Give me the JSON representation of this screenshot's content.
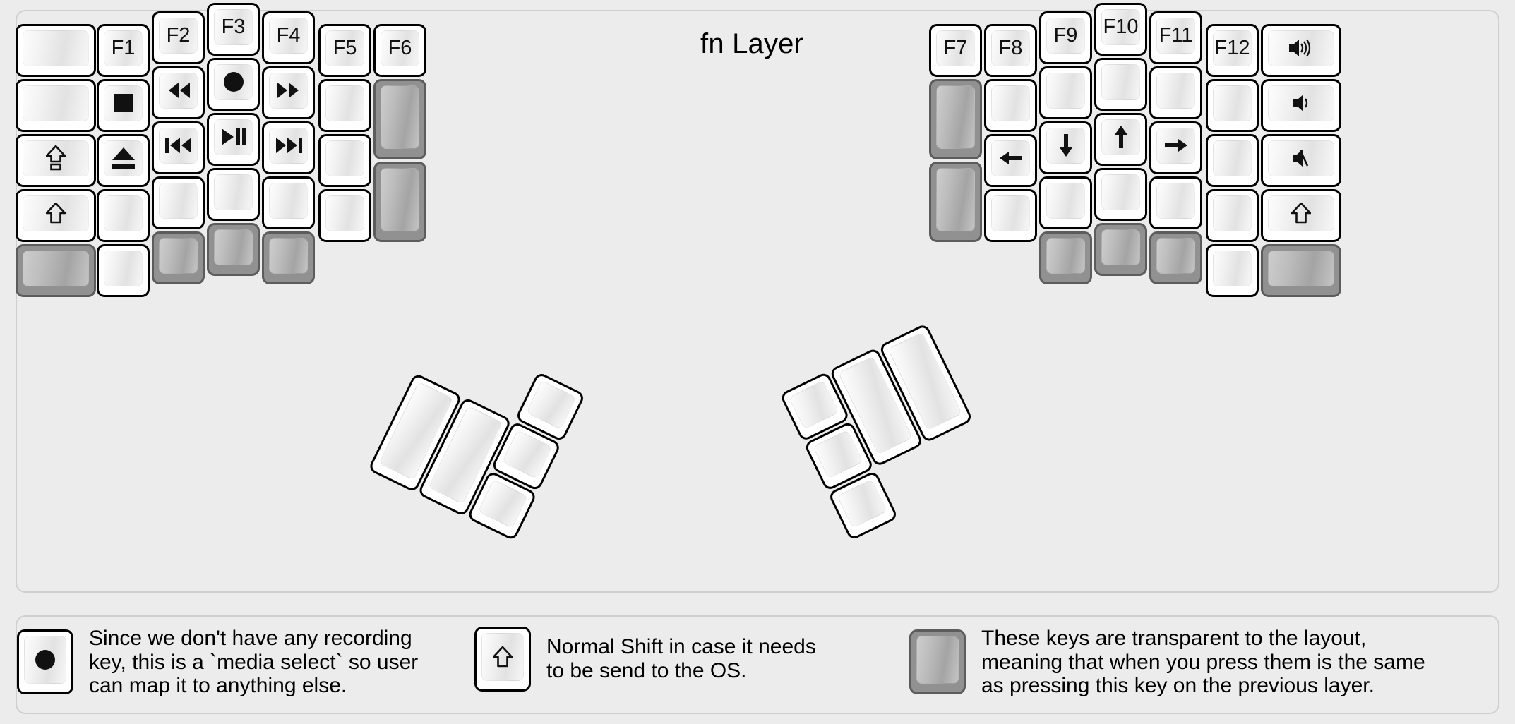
{
  "title": "fn Layer",
  "colors": {
    "background": "#ececec",
    "panel_border": "#cfcfcf",
    "key_border": "#000000",
    "key_face_light": "#fdfdfd",
    "key_face_shade": "#e2e2e2",
    "transparent_key": "#919191",
    "transparent_key_border": "#5c5c5c"
  },
  "left_half": {
    "columns": [
      {
        "name": "outer-column",
        "width_u": 1.5,
        "keys": [
          {
            "label": "",
            "icon": "",
            "transparent": false
          },
          {
            "label": "",
            "icon": "",
            "transparent": false
          },
          {
            "label": "",
            "icon": "caps-lock-shift-icon",
            "transparent": false
          },
          {
            "label": "",
            "icon": "shift-icon",
            "transparent": false
          },
          {
            "label": "",
            "icon": "",
            "transparent": true
          }
        ]
      },
      {
        "name": "f1-column",
        "width_u": 1,
        "keys": [
          {
            "label": "F1",
            "icon": "",
            "transparent": false
          },
          {
            "label": "",
            "icon": "stop-icon",
            "transparent": false
          },
          {
            "label": "",
            "icon": "eject-icon",
            "transparent": false
          },
          {
            "label": "",
            "icon": "",
            "transparent": false
          },
          {
            "label": "",
            "icon": "",
            "transparent": false
          }
        ]
      },
      {
        "name": "f2-column",
        "width_u": 1,
        "keys": [
          {
            "label": "F2",
            "icon": "",
            "transparent": false
          },
          {
            "label": "",
            "icon": "rewind-icon",
            "transparent": false
          },
          {
            "label": "",
            "icon": "prev-track-icon",
            "transparent": false
          },
          {
            "label": "",
            "icon": "",
            "transparent": false
          },
          {
            "label": "",
            "icon": "",
            "transparent": true
          }
        ]
      },
      {
        "name": "f3-column",
        "width_u": 1,
        "keys": [
          {
            "label": "F3",
            "icon": "",
            "transparent": false
          },
          {
            "label": "",
            "icon": "record-icon",
            "transparent": false
          },
          {
            "label": "",
            "icon": "play-pause-icon",
            "transparent": false
          },
          {
            "label": "",
            "icon": "",
            "transparent": false
          },
          {
            "label": "",
            "icon": "",
            "transparent": true
          }
        ]
      },
      {
        "name": "f4-column",
        "width_u": 1,
        "keys": [
          {
            "label": "F4",
            "icon": "",
            "transparent": false
          },
          {
            "label": "",
            "icon": "fast-forward-icon",
            "transparent": false
          },
          {
            "label": "",
            "icon": "next-track-icon",
            "transparent": false
          },
          {
            "label": "",
            "icon": "",
            "transparent": false
          },
          {
            "label": "",
            "icon": "",
            "transparent": true
          }
        ]
      },
      {
        "name": "f5-column",
        "width_u": 1,
        "keys": [
          {
            "label": "F5",
            "icon": "",
            "transparent": false
          },
          {
            "label": "",
            "icon": "",
            "transparent": false
          },
          {
            "label": "",
            "icon": "",
            "transparent": false
          },
          {
            "label": "",
            "icon": "",
            "transparent": false
          }
        ]
      },
      {
        "name": "f6-column",
        "width_u": 1,
        "keys": [
          {
            "label": "F6",
            "icon": "",
            "transparent": false
          },
          {
            "label": "",
            "icon": "",
            "transparent": true,
            "height_u": 1.5
          },
          {
            "label": "",
            "icon": "",
            "transparent": true,
            "height_u": 1.5
          }
        ]
      }
    ],
    "thumb_cluster": [
      {
        "name": "thumb-big-left",
        "icon": "",
        "transparent": false
      },
      {
        "name": "thumb-big-right",
        "icon": "",
        "transparent": false
      },
      {
        "name": "thumb-top",
        "icon": "",
        "transparent": false
      },
      {
        "name": "thumb-mid",
        "icon": "",
        "transparent": false
      },
      {
        "name": "thumb-bottom",
        "icon": "",
        "transparent": false
      }
    ]
  },
  "right_half": {
    "columns": [
      {
        "name": "f7-column",
        "width_u": 1,
        "keys": [
          {
            "label": "F7",
            "icon": "",
            "transparent": false
          },
          {
            "label": "",
            "icon": "",
            "transparent": true,
            "height_u": 1.5
          },
          {
            "label": "",
            "icon": "",
            "transparent": true,
            "height_u": 1.5
          }
        ]
      },
      {
        "name": "f8-column",
        "width_u": 1,
        "keys": [
          {
            "label": "F8",
            "icon": "",
            "transparent": false
          },
          {
            "label": "",
            "icon": "",
            "transparent": false
          },
          {
            "label": "",
            "icon": "left-arrow-icon",
            "transparent": false
          },
          {
            "label": "",
            "icon": "",
            "transparent": false
          }
        ]
      },
      {
        "name": "f9-column",
        "width_u": 1,
        "keys": [
          {
            "label": "F9",
            "icon": "",
            "transparent": false
          },
          {
            "label": "",
            "icon": "",
            "transparent": false
          },
          {
            "label": "",
            "icon": "down-arrow-icon",
            "transparent": false
          },
          {
            "label": "",
            "icon": "",
            "transparent": false
          },
          {
            "label": "",
            "icon": "",
            "transparent": true
          }
        ]
      },
      {
        "name": "f10-column",
        "width_u": 1,
        "keys": [
          {
            "label": "F10",
            "icon": "",
            "transparent": false
          },
          {
            "label": "",
            "icon": "",
            "transparent": false
          },
          {
            "label": "",
            "icon": "up-arrow-icon",
            "transparent": false
          },
          {
            "label": "",
            "icon": "",
            "transparent": false
          },
          {
            "label": "",
            "icon": "",
            "transparent": true
          }
        ]
      },
      {
        "name": "f11-column",
        "width_u": 1,
        "keys": [
          {
            "label": "F11",
            "icon": "",
            "transparent": false
          },
          {
            "label": "",
            "icon": "",
            "transparent": false
          },
          {
            "label": "",
            "icon": "right-arrow-icon",
            "transparent": false
          },
          {
            "label": "",
            "icon": "",
            "transparent": false
          },
          {
            "label": "",
            "icon": "",
            "transparent": true
          }
        ]
      },
      {
        "name": "f12-column",
        "width_u": 1,
        "keys": [
          {
            "label": "F12",
            "icon": "",
            "transparent": false
          },
          {
            "label": "",
            "icon": "",
            "transparent": false
          },
          {
            "label": "",
            "icon": "",
            "transparent": false
          },
          {
            "label": "",
            "icon": "",
            "transparent": false
          },
          {
            "label": "",
            "icon": "",
            "transparent": false
          }
        ]
      },
      {
        "name": "outer-column",
        "width_u": 1.5,
        "keys": [
          {
            "label": "",
            "icon": "volume-up-icon",
            "transparent": false
          },
          {
            "label": "",
            "icon": "volume-down-icon",
            "transparent": false
          },
          {
            "label": "",
            "icon": "mute-icon",
            "transparent": false
          },
          {
            "label": "",
            "icon": "shift-icon",
            "transparent": false
          },
          {
            "label": "",
            "icon": "",
            "transparent": true
          }
        ]
      }
    ],
    "thumb_cluster": [
      {
        "name": "thumb-top",
        "icon": "",
        "transparent": false
      },
      {
        "name": "thumb-mid",
        "icon": "",
        "transparent": false
      },
      {
        "name": "thumb-bottom",
        "icon": "",
        "transparent": false
      },
      {
        "name": "thumb-big-left",
        "icon": "",
        "transparent": false
      },
      {
        "name": "thumb-big-right",
        "icon": "",
        "transparent": false
      }
    ]
  },
  "legend": [
    {
      "icon": "record-icon",
      "transparent": false,
      "text": "Since we don't have any recording\nkey, this is a `media select` so user\ncan map it to anything else."
    },
    {
      "icon": "shift-icon",
      "transparent": false,
      "text": "Normal Shift in case it needs\nto be send to the OS."
    },
    {
      "icon": "",
      "transparent": true,
      "text": "These keys are transparent to the layout,\nmeaning that when you press them is the same\nas pressing this key on the previous layer."
    }
  ]
}
